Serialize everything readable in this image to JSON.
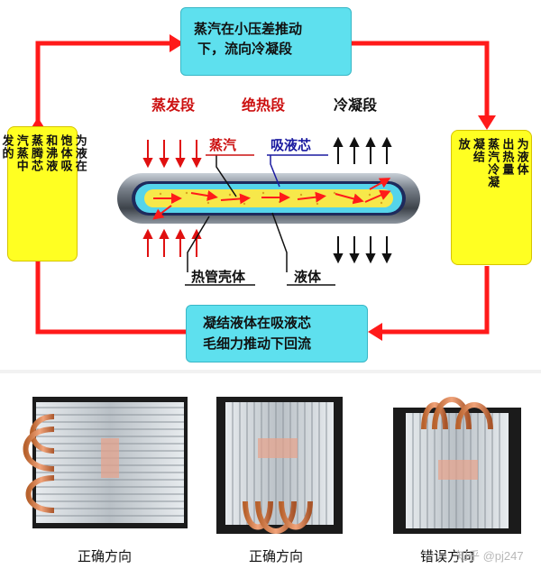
{
  "top_box": {
    "line1": "蒸汽在小压差推动",
    "line2": "下，流向冷凝段"
  },
  "left_box": {
    "columns": [
      "为液在",
      "饱体吸",
      "和沸液",
      "蒸腾芯",
      "汽蒸中",
      "发的"
    ]
  },
  "right_box": {
    "columns": [
      "为液体",
      "出热量",
      "蒸汽冷凝",
      "凝结",
      "放"
    ]
  },
  "bottom_box": {
    "line1": "凝结液体在吸液芯",
    "line2": "毛细力推动下回流"
  },
  "sections": {
    "evaporation": "蒸发段",
    "adiabatic": "绝热段",
    "condensation": "冷凝段"
  },
  "callouts": {
    "vapor": "蒸汽",
    "wick": "吸液芯",
    "shell": "热管壳体",
    "liquid": "液体"
  },
  "photos": [
    {
      "caption": "正确方向"
    },
    {
      "caption": "正确方向"
    },
    {
      "caption": "错误方向"
    }
  ],
  "watermark": "知乎 @pj247",
  "colors": {
    "flow_arrow": "#ff1a1a",
    "section_red": "#cc1111",
    "cyan_box": "#5ee0ee",
    "yellow_box": "#ffff22",
    "heat_arrow_in": "#e01010",
    "heat_arrow_out": "#111111"
  }
}
